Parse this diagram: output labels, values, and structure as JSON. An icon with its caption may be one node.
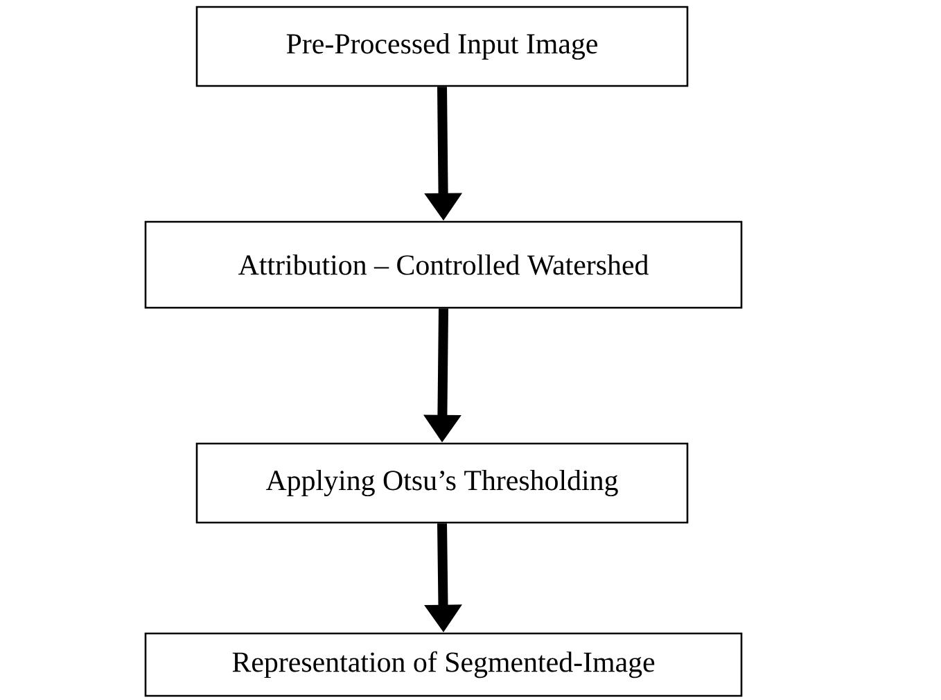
{
  "diagram": {
    "nodes": [
      {
        "text": [
          "Pre-Processed Input Image"
        ]
      },
      {
        "text": [
          "Attribution – Controlled Watershed"
        ]
      },
      {
        "text": [
          "Applying Otsu’s Thresholding"
        ]
      },
      {
        "text": [
          "Representation of Segmented-Image"
        ]
      }
    ],
    "edges": [
      {
        "from": 0,
        "to": 1,
        "arrow": "to"
      },
      {
        "from": 1,
        "to": 2,
        "arrow": "to"
      },
      {
        "from": 2,
        "to": 3,
        "arrow": "to"
      }
    ]
  }
}
